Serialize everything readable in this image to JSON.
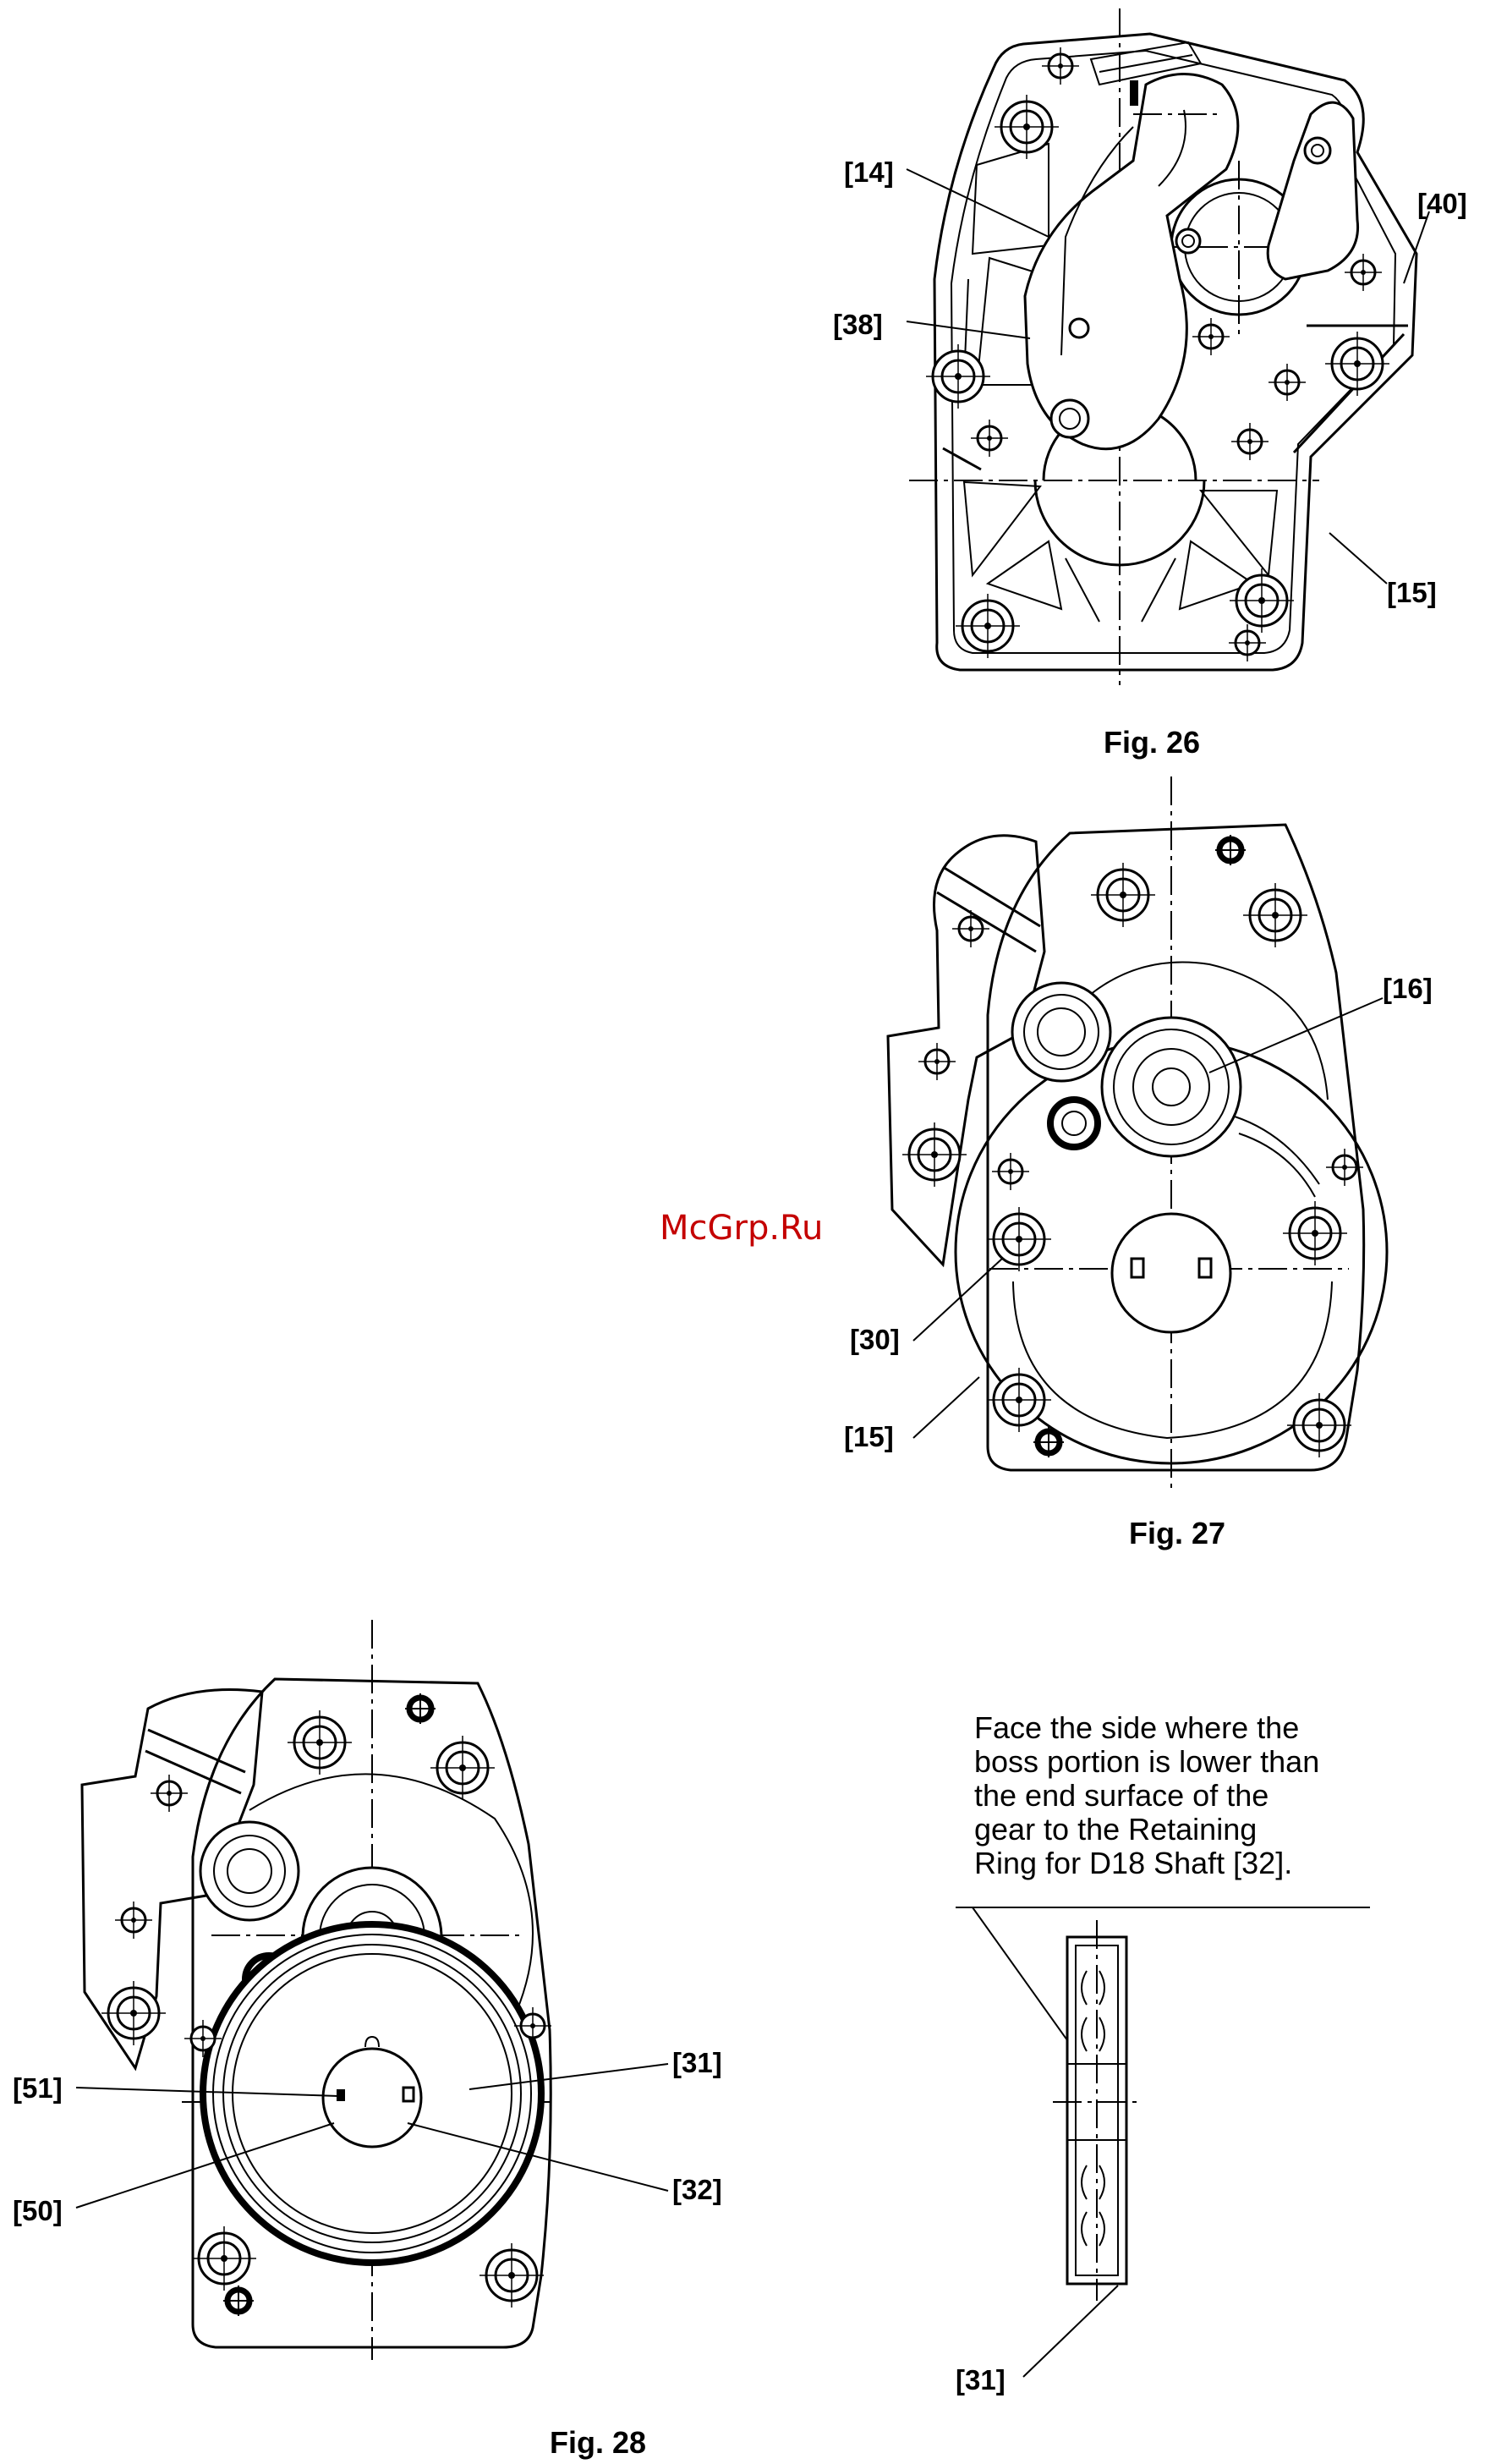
{
  "watermark": "McGrp.Ru",
  "figures": [
    {
      "caption": "Fig. 26",
      "callouts": [
        "[14]",
        "[38]",
        "[40]",
        "[15]"
      ]
    },
    {
      "caption": "Fig. 27",
      "callouts": [
        "[16]",
        "[30]",
        "[15]"
      ]
    },
    {
      "caption": "Fig. 28",
      "callouts": [
        "[51]",
        "[50]",
        "[31]",
        "[32]"
      ],
      "detail_callouts": [
        "[31]"
      ],
      "note_lines": [
        "Face the side where the",
        "boss portion is lower than",
        "the end surface of the",
        "gear to the Retaining",
        "Ring for D18 Shaft [32]."
      ]
    }
  ]
}
